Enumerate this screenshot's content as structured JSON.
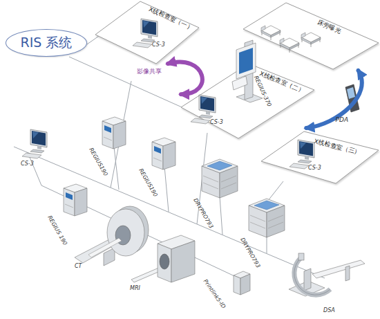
{
  "diagram": {
    "nodes": [
      {
        "text": [
          "RIS 系统"
        ]
      },
      {
        "text": [
          "X线检查室（一）"
        ]
      },
      {
        "text": [
          "X线检查室（二）"
        ]
      },
      {
        "text": [
          "床旁曝光"
        ]
      },
      {
        "text": [
          "X线检查室（三）"
        ]
      }
    ],
    "edges": [
      {
        "from": 1,
        "to": 2,
        "arrow": "both",
        "label": "影像共享"
      },
      {
        "from": 3,
        "to": 4,
        "arrow": "both",
        "label": "PDA"
      }
    ],
    "labels": [
      "CS-3",
      "REGIUS-370",
      "CS-3",
      "CS-3",
      "CS-3",
      "REGIUS190",
      "REGIUS190",
      "REGIUS 190",
      "CT",
      "MRI",
      "DRYPRO793",
      "DRYPRO793",
      "Printlink5-ID",
      "DSA"
    ]
  }
}
